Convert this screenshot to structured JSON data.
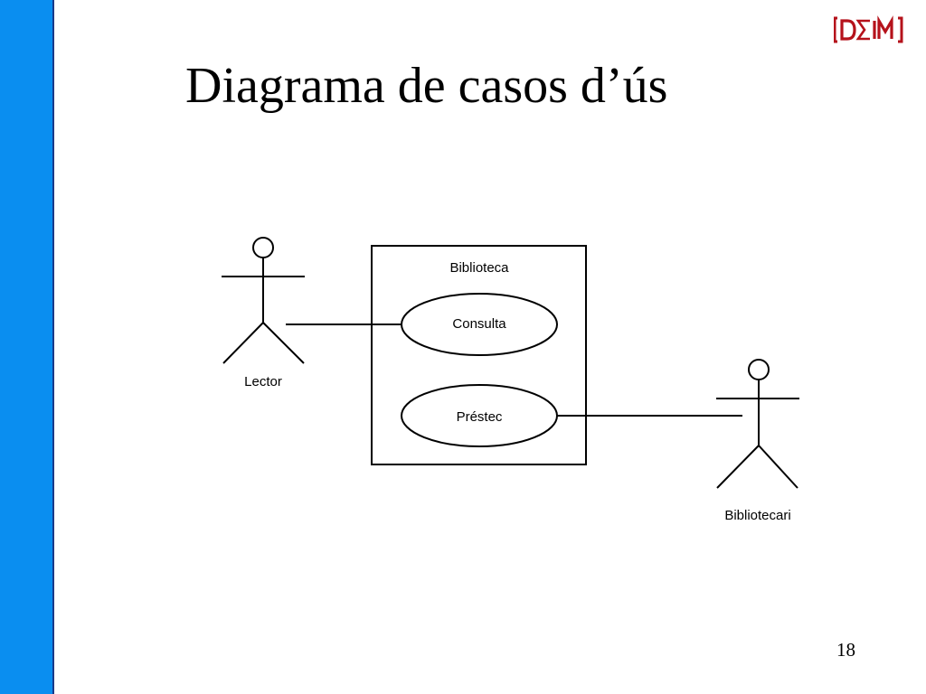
{
  "slide": {
    "title": "Diagrama de casos d’ús",
    "page_number": "18",
    "accent_color": "#0a8ef0",
    "logo": {
      "text": "D∑IM",
      "color": "#b5121b"
    }
  },
  "diagram": {
    "system": {
      "label": "Biblioteca"
    },
    "use_cases": [
      {
        "label": "Consulta"
      },
      {
        "label": "Préstec"
      }
    ],
    "actors": [
      {
        "label": "Lector"
      },
      {
        "label": "Bibliotecari"
      }
    ]
  }
}
